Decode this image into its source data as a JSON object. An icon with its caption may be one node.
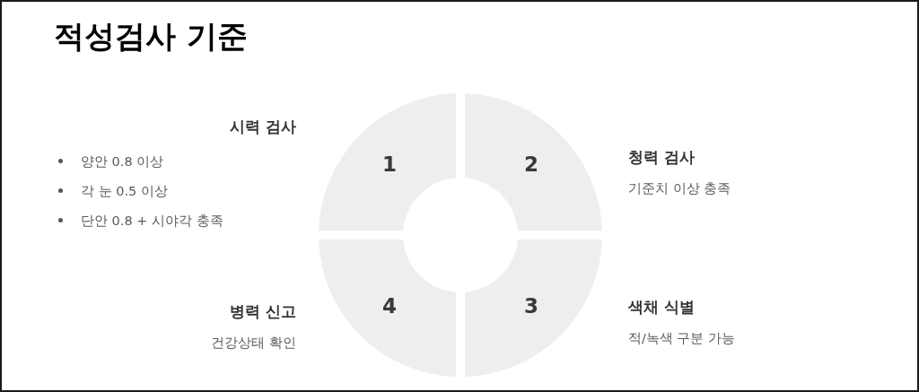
{
  "diagram": {
    "title": "적성검사 기준",
    "nodes": [
      {
        "text": [
          "1"
        ],
        "beside": [
          "시력 검사",
          "양안 0.8 이상",
          "각 눈 0.5 이상",
          "단안 0.8 + 시야각 충족"
        ]
      },
      {
        "text": [
          "2"
        ],
        "beside": [
          "청력 검사",
          "기준치 이상 충족"
        ]
      },
      {
        "text": [
          "3"
        ],
        "beside": [
          "색채 식별",
          "적/녹색 구분 가능"
        ]
      },
      {
        "text": [
          "4"
        ],
        "beside": [
          "병력 신고",
          "건강상태 확인"
        ]
      }
    ]
  }
}
